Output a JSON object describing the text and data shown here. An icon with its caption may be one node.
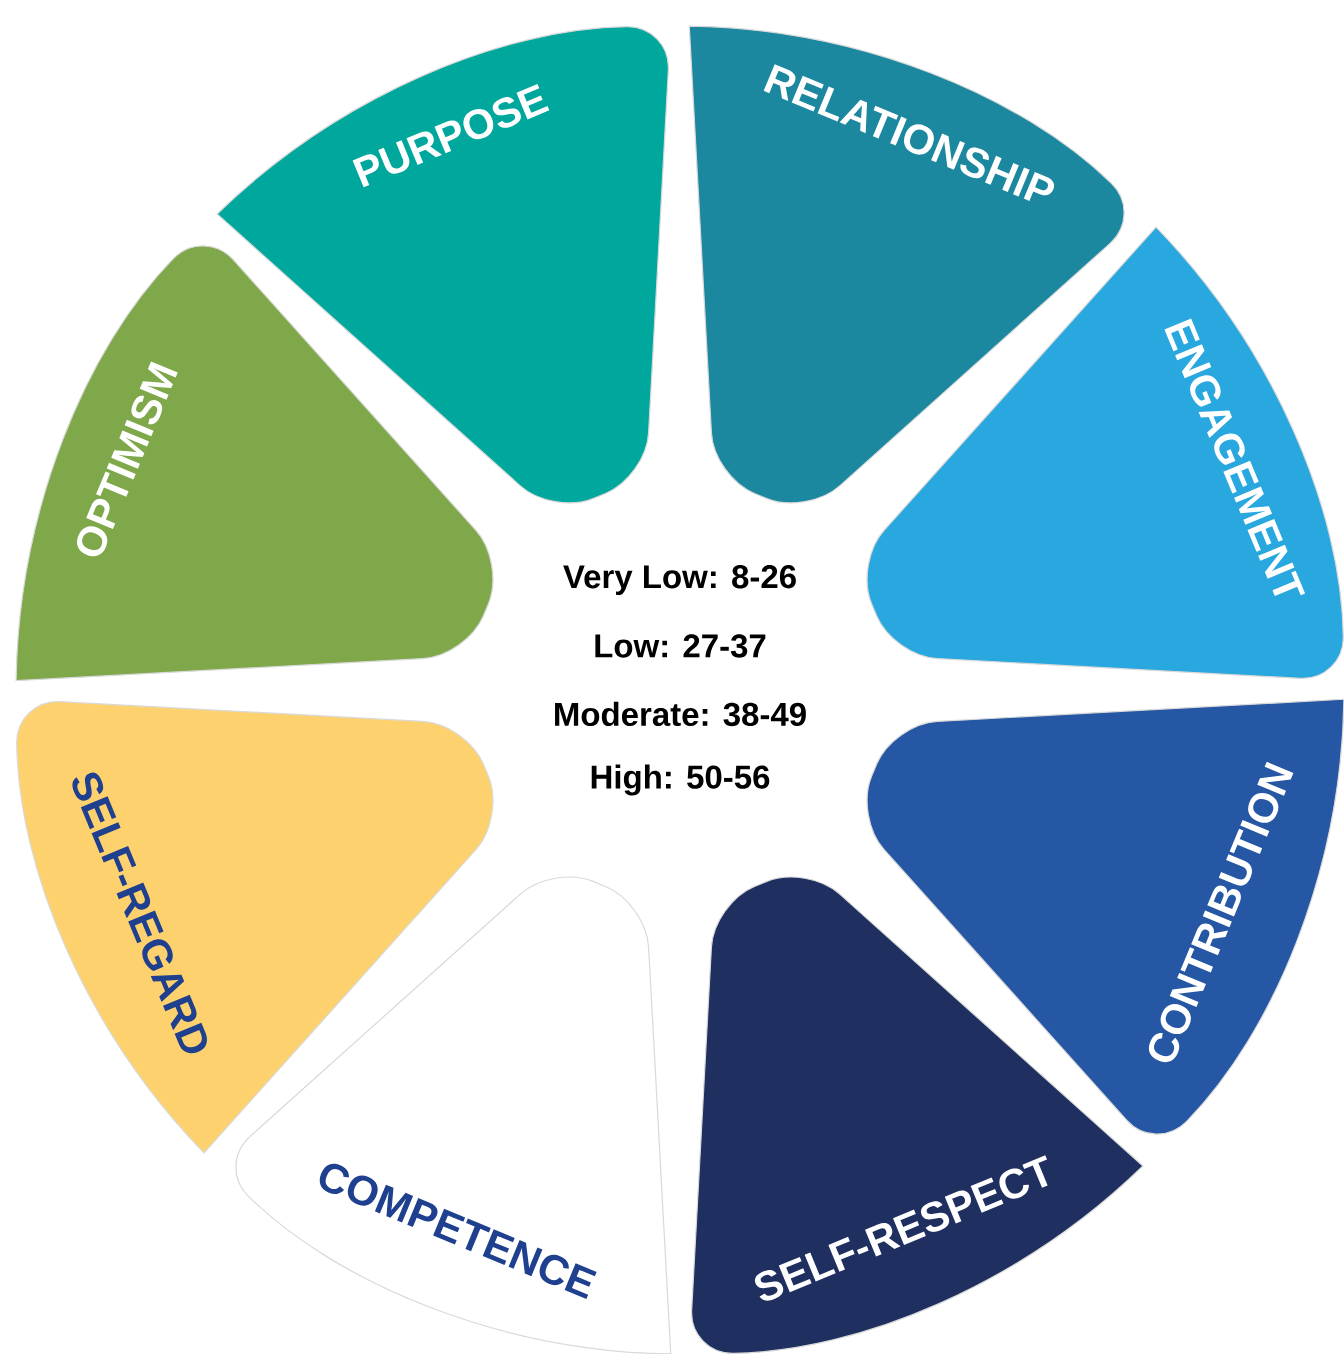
{
  "diagram": {
    "nodes": [
      {
        "text": [
          "PURPOSE"
        ]
      },
      {
        "text": [
          "RELATIONSHIP"
        ]
      },
      {
        "text": [
          "ENGAGEMENT"
        ]
      },
      {
        "text": [
          "CONTRIBUTION"
        ]
      },
      {
        "text": [
          "SELF-RESPECT"
        ]
      },
      {
        "text": [
          "COMPETENCE"
        ]
      },
      {
        "text": [
          "SELF-REGARD"
        ]
      },
      {
        "text": [
          "OPTIMISM"
        ]
      }
    ],
    "labels": [
      "Very Low: 8-26",
      "Low: 27-37",
      "Moderate: 38-49",
      "High: 50-56"
    ]
  }
}
